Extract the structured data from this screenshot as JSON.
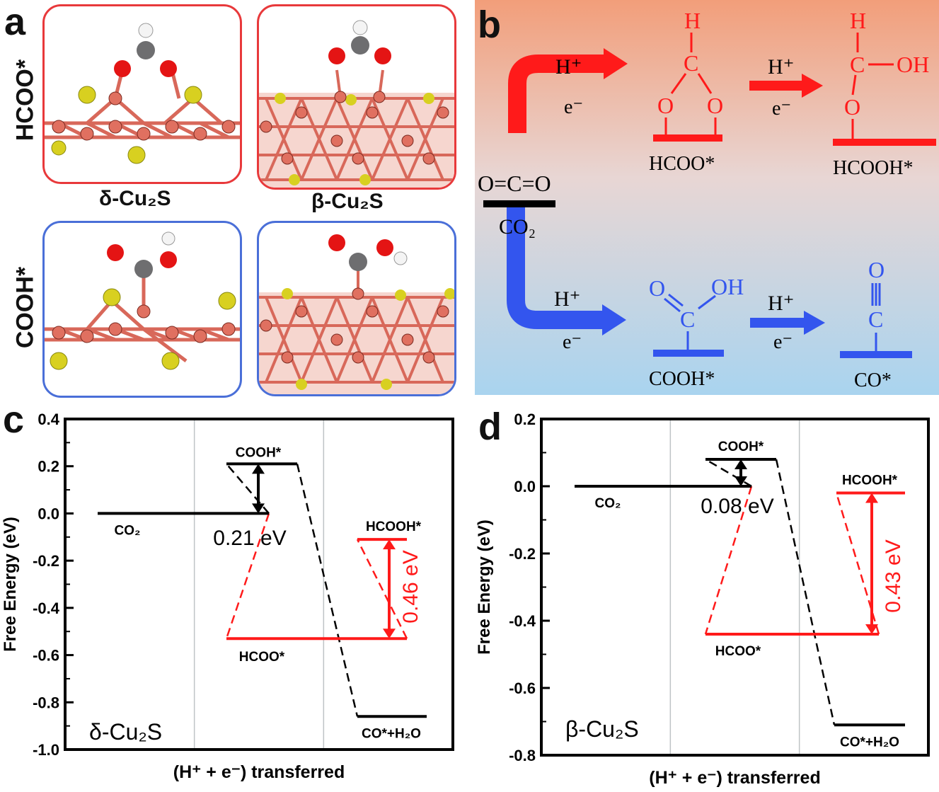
{
  "panel_a": {
    "label": "a",
    "row_labels": [
      "HCOO*",
      "COOH*"
    ],
    "column_labels": [
      "δ-Cu₂S",
      "β-Cu₂S"
    ]
  },
  "panel_b": {
    "label": "b",
    "co2_formula": "O=C=O",
    "co2_label": "CO₂",
    "step_top": "H⁺",
    "step_bottom": "e⁻",
    "hcoo_label": "HCOO*",
    "hcooh_label": "HCOOH*",
    "cooh_label": "COOH*",
    "co_label": "CO*",
    "atom_h": "H",
    "atom_c": "C",
    "atom_o": "O",
    "group_oh": "OH"
  },
  "colors": {
    "red": "#ff1a1a",
    "blue": "#3355ee",
    "black": "#000000",
    "box_red": "#e8393b",
    "box_blue": "#4a6fd8"
  },
  "chart_data": [
    {
      "type": "line",
      "panel_label": "c",
      "material": "δ-Cu₂S",
      "xlabel": "(H⁺ + e⁻) transferred",
      "ylabel": "Free Energy (eV)",
      "ylim": [
        -1.0,
        0.4
      ],
      "yticks": [
        "0.4",
        "0.2",
        "0.0",
        "-0.2",
        "-0.4",
        "-0.6",
        "-0.8",
        "-1.0"
      ],
      "levels": [
        {
          "state": "CO₂",
          "energy": 0.0,
          "step": 0,
          "color": "#000000"
        },
        {
          "state": "COOH*",
          "energy": 0.21,
          "step": 1,
          "color": "#000000"
        },
        {
          "state": "HCOO*",
          "energy": -0.53,
          "step": 1,
          "color": "#ff1a1a"
        },
        {
          "state": "HCOOH*",
          "energy": -0.11,
          "step": 2,
          "color": "#ff1a1a"
        },
        {
          "state": "CO*+H₂O",
          "energy": -0.86,
          "step": 2,
          "color": "#000000"
        }
      ],
      "barriers": [
        {
          "label": "0.21 eV",
          "value": 0.21,
          "from": 0.0,
          "to": 0.21,
          "color": "#000000"
        },
        {
          "label": "0.46 eV",
          "value": 0.46,
          "from": -0.53,
          "to": -0.11,
          "color": "#ff1a1a"
        }
      ]
    },
    {
      "type": "line",
      "panel_label": "d",
      "material": "β-Cu₂S",
      "xlabel": "(H⁺ + e⁻) transferred",
      "ylabel": "Free Energy (eV)",
      "ylim": [
        -0.8,
        0.2
      ],
      "yticks": [
        "0.2",
        "0.0",
        "-0.2",
        "-0.4",
        "-0.6",
        "-0.8"
      ],
      "levels": [
        {
          "state": "CO₂",
          "energy": 0.0,
          "step": 0,
          "color": "#000000"
        },
        {
          "state": "COOH*",
          "energy": 0.08,
          "step": 1,
          "color": "#000000"
        },
        {
          "state": "HCOO*",
          "energy": -0.44,
          "step": 1,
          "color": "#ff1a1a"
        },
        {
          "state": "HCOOH*",
          "energy": -0.02,
          "step": 2,
          "color": "#ff1a1a"
        },
        {
          "state": "CO*+H₂O",
          "energy": -0.71,
          "step": 2,
          "color": "#000000"
        }
      ],
      "barriers": [
        {
          "label": "0.08 eV",
          "value": 0.08,
          "from": 0.0,
          "to": 0.08,
          "color": "#000000"
        },
        {
          "label": "0.43 eV",
          "value": 0.43,
          "from": -0.44,
          "to": -0.02,
          "color": "#ff1a1a"
        }
      ]
    }
  ]
}
